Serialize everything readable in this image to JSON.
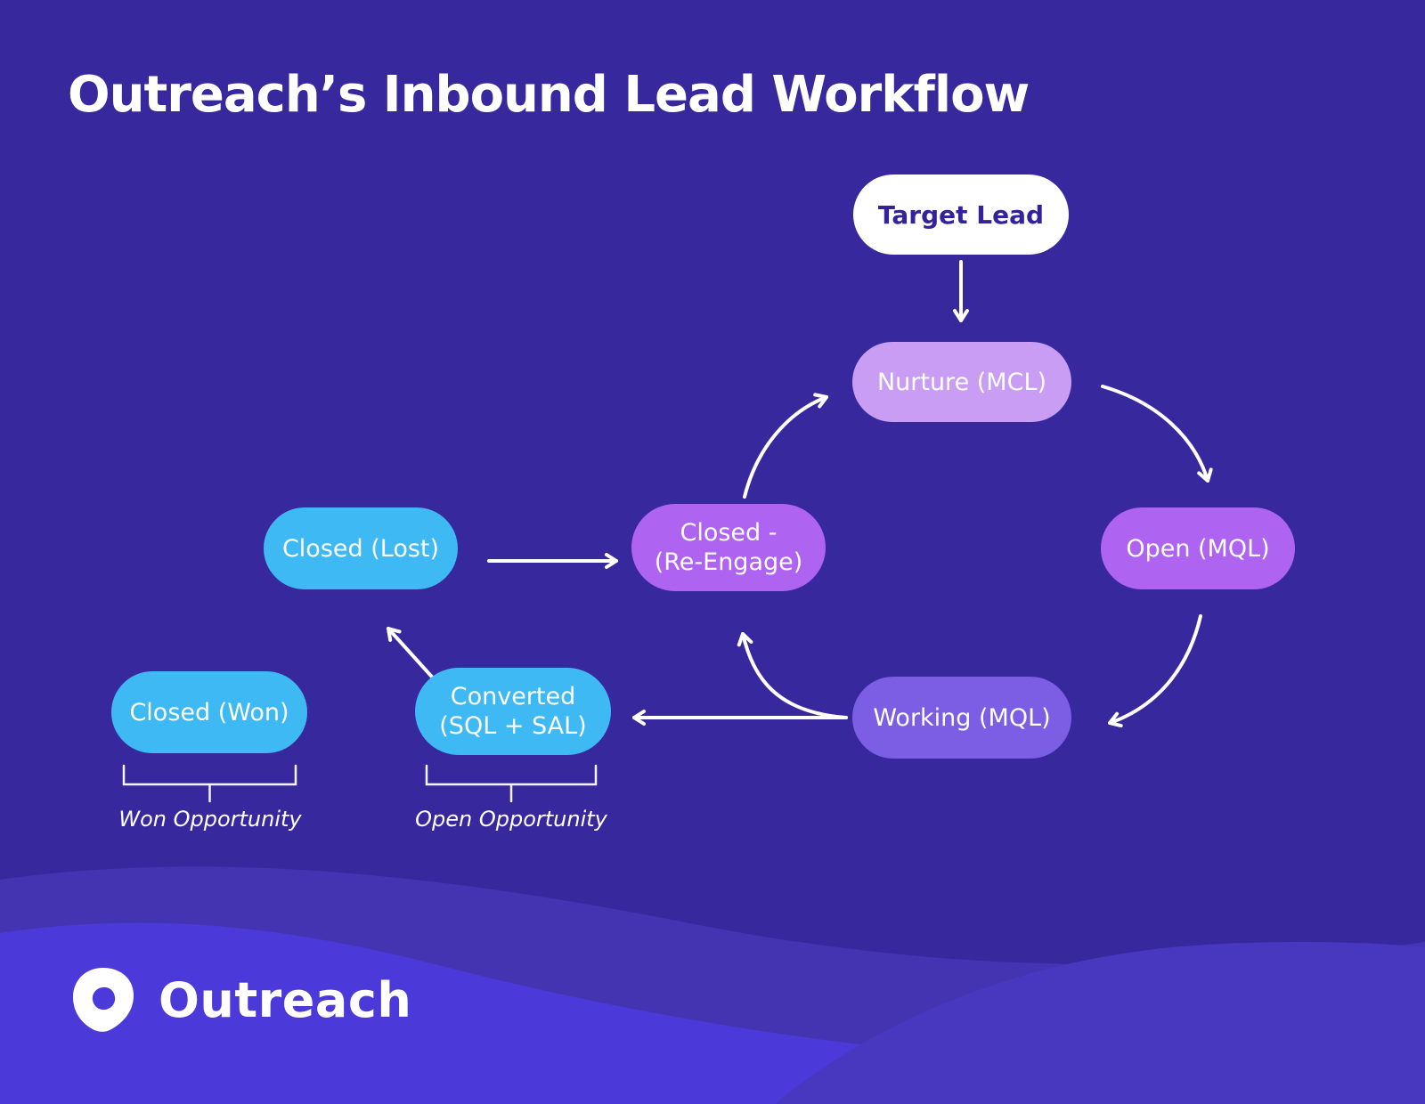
{
  "title": "Outreach’s Inbound Lead Workflow",
  "nodes": {
    "target_lead": {
      "label": "Target Lead"
    },
    "nurture": {
      "label": "Nurture (MCL)"
    },
    "open_mql": {
      "label": "Open (MQL)"
    },
    "closed_reengage": {
      "line1": "Closed -",
      "line2": "(Re-Engage)"
    },
    "closed_lost": {
      "label": "Closed (Lost)"
    },
    "working_mql": {
      "label": "Working (MQL)"
    },
    "converted": {
      "line1": "Converted",
      "line2": "(SQL + SAL)"
    },
    "closed_won": {
      "label": "Closed (Won)"
    }
  },
  "annotations": {
    "won_opportunity": "Won Opportunity",
    "open_opportunity": "Open Opportunity"
  },
  "logo": {
    "brand": "Outreach",
    "mark": "outreach-pick-logo"
  },
  "colors": {
    "background": "#38289E",
    "pill-white": "#FFFFFF",
    "pill-lavender": "#C89DF3",
    "pill-purple": "#AE63F1",
    "pill-violet": "#7B5EE3",
    "pill-cyan": "#3FB9F3",
    "text-dark": "#33239A",
    "text-light": "#FFFFFF",
    "wave-mid": "#4534B2",
    "wave-bright": "#4B3AD9",
    "wave-bump": "#4838BF",
    "arrow": "#FFFFFF"
  }
}
